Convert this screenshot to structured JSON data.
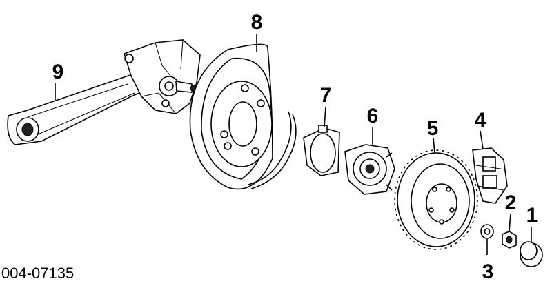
{
  "diagram": {
    "figure_code": "004-07135",
    "callouts": [
      {
        "id": "callout-1",
        "label": "1"
      },
      {
        "id": "callout-2",
        "label": "2"
      },
      {
        "id": "callout-3",
        "label": "3"
      },
      {
        "id": "callout-4",
        "label": "4"
      },
      {
        "id": "callout-5",
        "label": "5"
      },
      {
        "id": "callout-6",
        "label": "6"
      },
      {
        "id": "callout-7",
        "label": "7"
      },
      {
        "id": "callout-8",
        "label": "8"
      },
      {
        "id": "callout-9",
        "label": "9"
      }
    ]
  }
}
